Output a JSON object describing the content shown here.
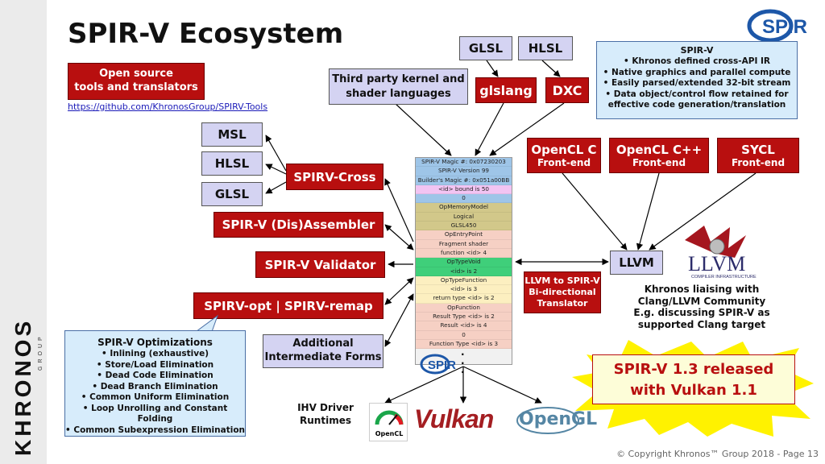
{
  "title": "SPIR-V Ecosystem",
  "open_source": {
    "line1": "Open source",
    "line2": "tools and translators"
  },
  "github_link": "https://github.com/KhronosGroup/SPIRV-Tools",
  "languages": {
    "glsl": "GLSL",
    "hlsl": "HLSL"
  },
  "third_party": {
    "line1": "Third party kernel and",
    "line2": "shader languages"
  },
  "glslang": "glslang",
  "dxc": "DXC",
  "spirv_info": {
    "title": "SPIR-V",
    "bullets": [
      "Khronos defined cross-API IR",
      "Native graphics and parallel compute",
      "Easily parsed/extended 32-bit stream",
      "Data object/control flow retained for",
      "effective code generation/translation"
    ]
  },
  "spir_logo": "SPIR",
  "cross_outputs": [
    "MSL",
    "HLSL",
    "GLSL"
  ],
  "tools": {
    "cross": "SPIRV-Cross",
    "assembler": "SPIR-V (Dis)Assembler",
    "validator": "SPIR-V Validator",
    "opt": "SPIRV-opt | SPIRV-remap"
  },
  "intermediate": {
    "line1": "Additional",
    "line2": "Intermediate Forms"
  },
  "optimizations": {
    "title": "SPIR-V Optimizations",
    "items": [
      "Inlining (exhaustive)",
      "Store/Load Elimination",
      "Dead Code Elimination",
      "Dead Branch Elimination",
      "Common Uniform Elimination",
      "Loop Unrolling and Constant Folding",
      "Common Subexpression Elimination"
    ]
  },
  "binary_rows": [
    {
      "text": "SPIR-V Magic #: 0x07230203",
      "color": "#9ec5e8"
    },
    {
      "text": "SPIR-V Version 99",
      "color": "#9ec5e8"
    },
    {
      "text": "Builder's Magic #: 0x051a00BB",
      "color": "#9ec5e8"
    },
    {
      "text": "<id> bound is 50",
      "color": "#f2c4f2"
    },
    {
      "text": "0",
      "color": "#9ec5e8"
    },
    {
      "text": "OpMemoryModel",
      "color": "#d2c88a"
    },
    {
      "text": "Logical",
      "color": "#d2c88a"
    },
    {
      "text": "GLSL450",
      "color": "#d2c88a"
    },
    {
      "text": "OpEntryPoint",
      "color": "#f6d0c4"
    },
    {
      "text": "Fragment shader",
      "color": "#f6d0c4"
    },
    {
      "text": "function <id> 4",
      "color": "#f6d0c4"
    },
    {
      "text": "OpTypeVoid",
      "color": "#3fcf7a"
    },
    {
      "text": "<id> is 2",
      "color": "#3fcf7a"
    },
    {
      "text": "OpTypeFunction",
      "color": "#fcefc0"
    },
    {
      "text": "<id> is 3",
      "color": "#fcefc0"
    },
    {
      "text": "return type <id> is 2",
      "color": "#fcefc0"
    },
    {
      "text": "OpFunction",
      "color": "#f6d0c4"
    },
    {
      "text": "Result Type <id> is 2",
      "color": "#f6d0c4"
    },
    {
      "text": "Result <id> is 4",
      "color": "#f6d0c4"
    },
    {
      "text": "0",
      "color": "#f6d0c4"
    },
    {
      "text": "Function Type <id> is 3",
      "color": "#f6d0c4"
    }
  ],
  "frontends": [
    {
      "name": "OpenCL C",
      "sub": "Front-end"
    },
    {
      "name": "OpenCL C++",
      "sub": "Front-end"
    },
    {
      "name": "SYCL",
      "sub": "Front-end"
    }
  ],
  "llvm": "LLVM",
  "llvm_logo": {
    "text": "LLVM",
    "sub": "COMPILER INFRASTRUCTURE"
  },
  "translator": {
    "line1": "LLVM to SPIR-V",
    "line2": "Bi-directional",
    "line3": "Translator"
  },
  "khronos_note": {
    "line1": "Khronos liaising with",
    "line2": "Clang/LLVM Community",
    "line3": "E.g. discussing SPIR-V as",
    "line4": "supported Clang target"
  },
  "release": {
    "line1": "SPIR-V 1.3 released",
    "line2": "with Vulkan 1.1"
  },
  "ihv": {
    "line1": "IHV Driver",
    "line2": "Runtimes"
  },
  "runtime_logos": {
    "opencl": "OpenCL",
    "vulkan": "Vulkan",
    "opengl": "OpenGL"
  },
  "khronos_sidebar": "KHRONOS",
  "khronos_group": "GROUP",
  "footer": "© Copyright Khronos™ Group 2018 - Page 13",
  "colors": {
    "red": "#b80f0f",
    "lavender": "#d4d3f2",
    "light_blue": "#d7ecfb",
    "starburst": "#fff200"
  }
}
